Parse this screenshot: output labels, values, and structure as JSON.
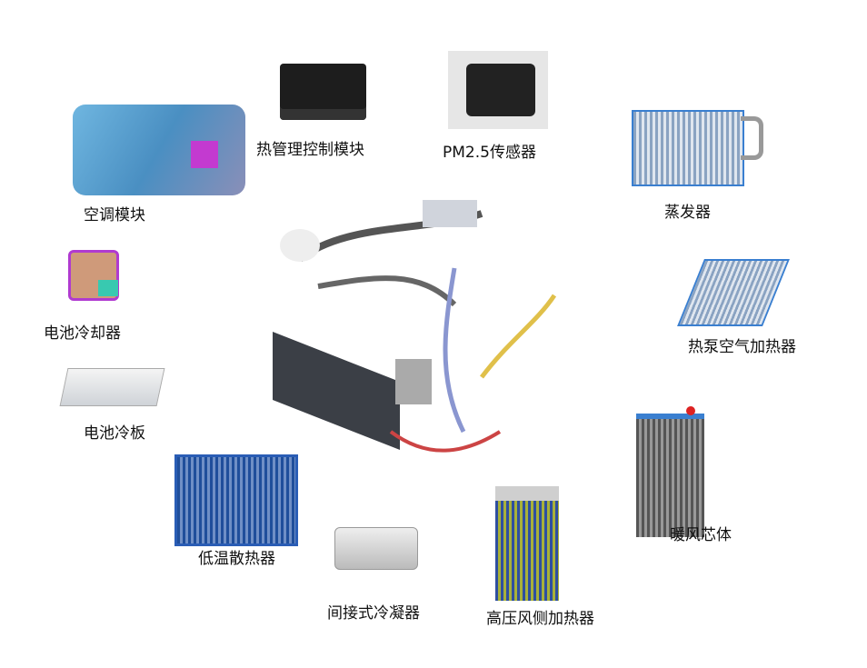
{
  "components": {
    "thermal_control_module": "热管理控制模块",
    "pm25_sensor": "PM2.5传感器",
    "ac_module": "空调模块",
    "evaporator": "蒸发器",
    "battery_chiller": "电池冷却器",
    "heat_pump_air_heater": "热泵空气加热器",
    "battery_cold_plate": "电池冷板",
    "heater_core": "暖风芯体",
    "low_temp_radiator": "低温散热器",
    "indirect_condenser": "间接式冷凝器",
    "hv_air_heater": "高压风侧加热器"
  }
}
